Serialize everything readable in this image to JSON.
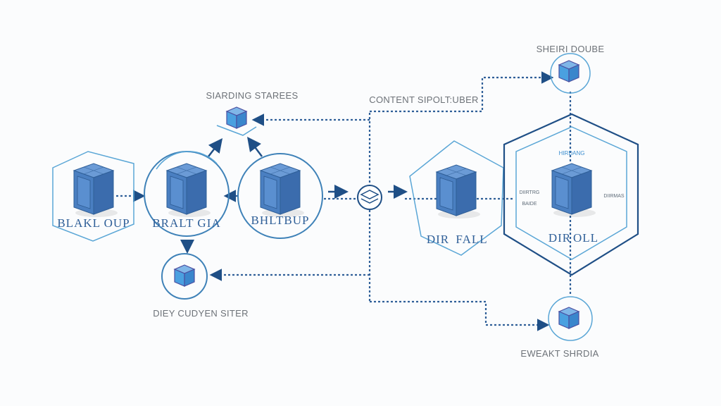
{
  "nodes": {
    "left_box": {
      "label": "BLAKL OUP"
    },
    "circle_a": {
      "label": "BRALT GIA"
    },
    "circle_b": {
      "label": "BHLTBUP"
    },
    "top_small": {
      "label": "SIARDING STAREES"
    },
    "bottom_small": {
      "label": "DIEY CUDYEN SITER"
    },
    "hub": {
      "label": "CONTENT SIPOLT:UBER"
    },
    "mid_hex": {
      "label_left": "DIR",
      "label_right": "FALL"
    },
    "big_hex": {
      "title": "HIRDANG",
      "label_left": "DIR",
      "label_right": "OLL",
      "side_left_1": "DIIRTRG",
      "side_left_2": "BAIDE",
      "side_right": "DIIRMAS"
    },
    "right_top": {
      "label": "SHEIRI DOUBE"
    },
    "right_bottom": {
      "label": "EWEAKT SHRDIA"
    }
  },
  "colors": {
    "primary": "#2f5f98",
    "accent": "#5aa6d6",
    "server": "#4a7fc1",
    "text": "#6d7278"
  }
}
